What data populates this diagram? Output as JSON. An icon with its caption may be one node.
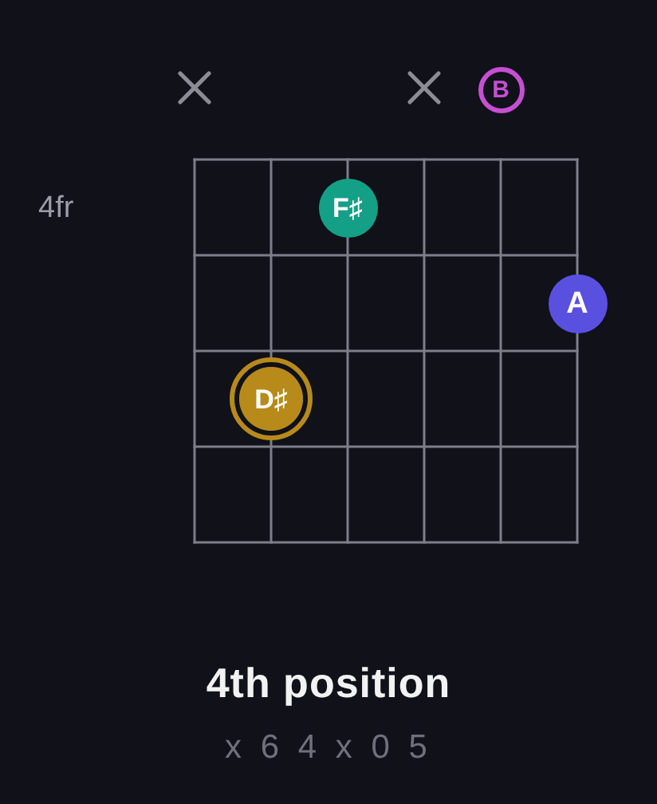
{
  "diagram": {
    "caption": "4th position",
    "nodes": [
      {
        "text": [
          "B"
        ]
      },
      {
        "text": [
          "F♯"
        ]
      },
      {
        "text": [
          "A"
        ]
      },
      {
        "text": [
          "D♯"
        ]
      }
    ],
    "edges": [],
    "labels": [
      "4fr",
      "x 6 4 x 0 5"
    ]
  }
}
